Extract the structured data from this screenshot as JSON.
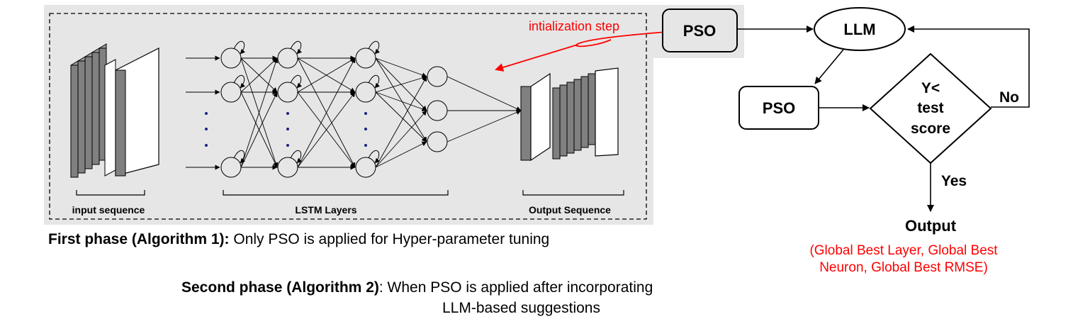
{
  "labels": {
    "input_sequence": "input sequence",
    "lstm_layers": "LSTM Layers",
    "output_sequence": "Output Sequence",
    "init_step": "intialization step"
  },
  "nodes": {
    "pso_top": "PSO",
    "llm": "LLM",
    "pso_left": "PSO",
    "decision_line1": "Y<",
    "decision_line2": "test",
    "decision_line3": "score",
    "no": "No",
    "yes": "Yes",
    "output": "Output"
  },
  "output_detail": {
    "line1": "(Global Best Layer, Global Best",
    "line2": "Neuron, Global Best RMSE)"
  },
  "captions": {
    "phase1_bold": "First phase (Algorithm 1):",
    "phase1_text": " Only PSO is applied for Hyper-parameter tuning",
    "phase2_bold": "Second phase (Algorithm 2)",
    "phase2_text": ": When PSO is applied after incorporating",
    "phase2_line2": "LLM-based suggestions"
  },
  "colors": {
    "panel_bg": "#e6e6e6",
    "accent_red": "#ff0000",
    "layer_dark": "#808080",
    "node_stroke": "#000000"
  }
}
